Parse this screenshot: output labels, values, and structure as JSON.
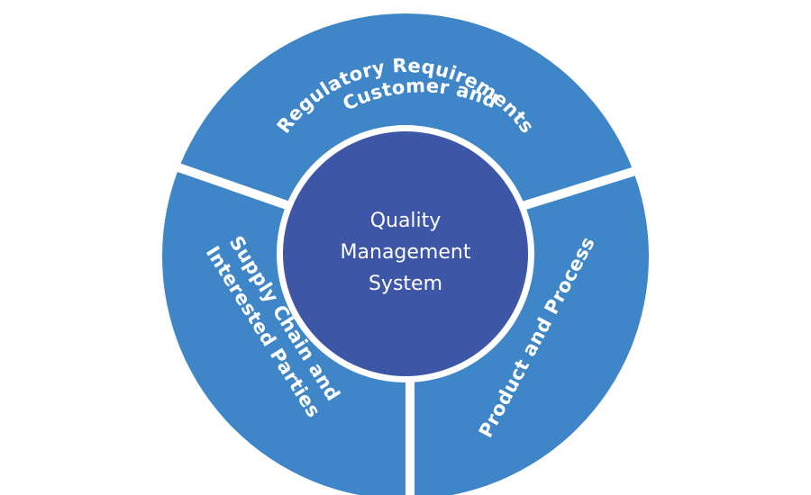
{
  "colors": {
    "background": "#ffffff",
    "outer_ring": "#3f86c8",
    "center_circle": "#3d56a6",
    "divider": "#ffffff",
    "text": "#ffffff"
  },
  "center": {
    "lines": [
      "Quality",
      "Management",
      "System"
    ]
  },
  "segments": [
    {
      "id": "customer",
      "lines": [
        "Customer and",
        "Regulatory Requirements"
      ]
    },
    {
      "id": "product",
      "lines": [
        "Product and Process"
      ]
    },
    {
      "id": "supply",
      "lines": [
        "Supply Chain and",
        "Interested Parties"
      ]
    }
  ]
}
